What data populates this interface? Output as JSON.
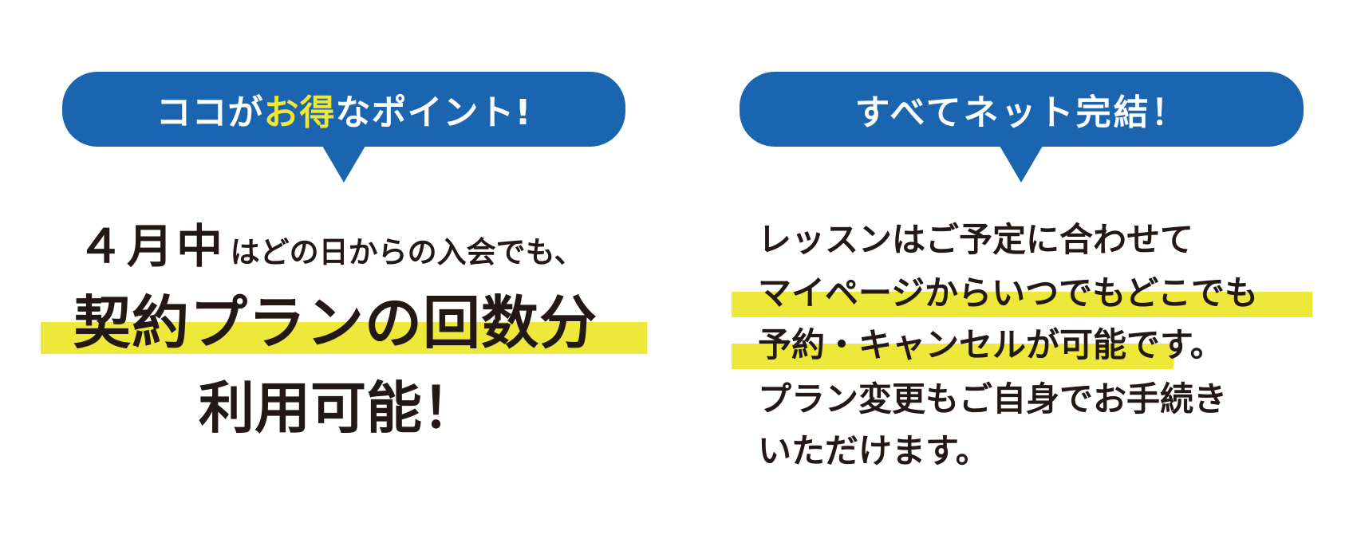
{
  "colors": {
    "bubble": "#1b64b0",
    "highlight": "#ede83a",
    "accent_text": "#f0e633",
    "text": "#231815"
  },
  "left": {
    "bubble": {
      "part1": "ココが",
      "accent": "お得",
      "part2": "なポイント!"
    },
    "line1_big": "４月中",
    "line1_small": "はどの日からの入会でも、",
    "line2": "契約プランの回数分",
    "line3": "利用可能！"
  },
  "right": {
    "bubble": "すべてネット完結！",
    "lines": [
      "レッスンはご予定に合わせて",
      "マイページからいつでもどこでも",
      "予約・キャンセルが可能です。",
      "プラン変更もご自身でお手続き",
      "いただけます。"
    ]
  }
}
